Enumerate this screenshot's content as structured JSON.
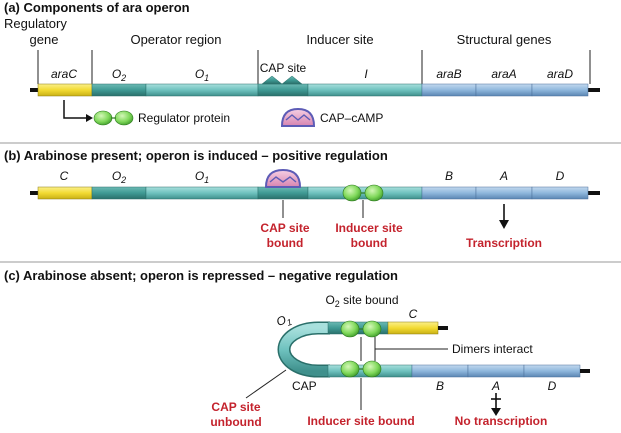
{
  "panel_a": {
    "heading": "(a) Components of ara operon",
    "groups": {
      "regulatory_line1": "Regulatory",
      "regulatory_line2": "gene",
      "operator": "Operator region",
      "inducer": "Inducer site",
      "structural": "Structural genes"
    },
    "genes": {
      "araC": "araC",
      "o2": "O2",
      "o1": "O1",
      "cap_site": "CAP site",
      "inducer_i": "I",
      "araB": "araB",
      "araA": "araA",
      "araD": "araD"
    },
    "legend": {
      "regulator": "Regulator protein",
      "cap_camp": "CAP–cAMP"
    }
  },
  "panel_b": {
    "heading": "(b) Arabinose present; operon is induced – positive regulation",
    "genes": {
      "c": "C",
      "o2": "O2",
      "o1": "O1",
      "b": "B",
      "a": "A",
      "d": "D"
    },
    "annotations": {
      "cap_line1": "CAP site",
      "cap_line2": "bound",
      "inducer_line1": "Inducer site",
      "inducer_line2": "bound",
      "transcription": "Transcription"
    }
  },
  "panel_c": {
    "heading": "(c) Arabinose absent; operon is repressed – negative regulation",
    "labels": {
      "o2_bound": "O2 site bound",
      "o1": "O1",
      "c": "C",
      "dimers": "Dimers interact",
      "cap": "CAP",
      "b": "B",
      "a": "A",
      "d": "D"
    },
    "annotations": {
      "cap_unbound_line1": "CAP site",
      "cap_unbound_line2": "unbound",
      "inducer_bound": "Inducer site bound",
      "no_transcription": "No transcription"
    }
  },
  "colors": {
    "yellow": "#f5e04a",
    "teal_dark": "#3f9a94",
    "teal": "#6fc2bf",
    "blue": "#8fb7dc",
    "green": "#7fd85a",
    "pink": "#e9a6c8",
    "red": "#c4232d"
  }
}
